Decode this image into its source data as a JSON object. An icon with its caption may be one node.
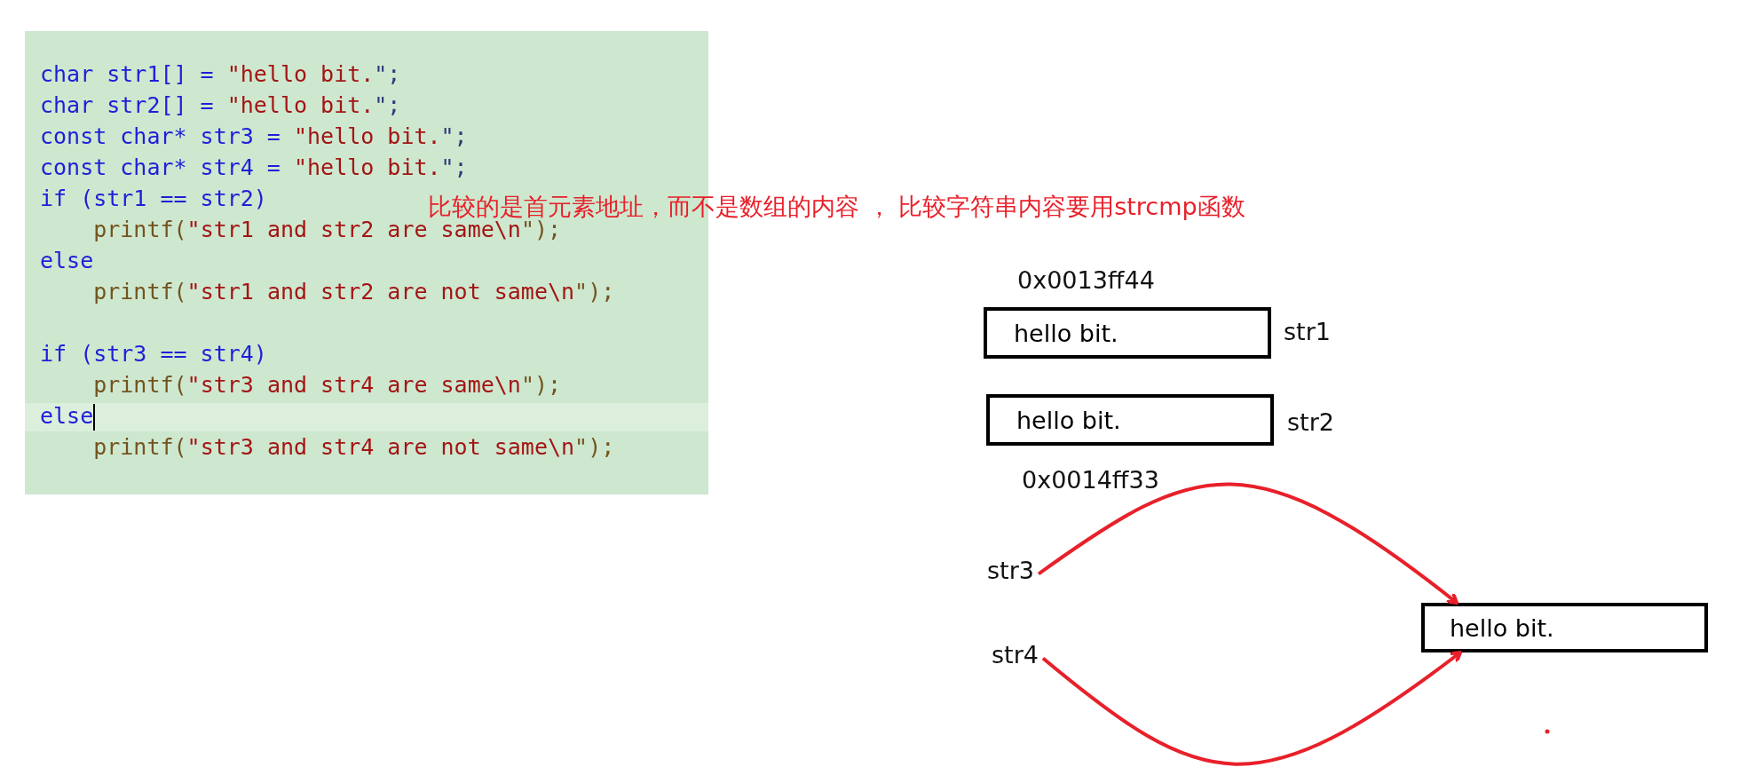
{
  "diagram": {
    "nodes": [
      {
        "text": [
          "hello bit."
        ],
        "beside": [
          "0x0013ff44",
          "str1"
        ]
      },
      {
        "text": [
          "hello bit."
        ],
        "beside": [
          "str2",
          "0x0014ff33"
        ]
      },
      {
        "text": [
          "str3"
        ]
      },
      {
        "text": [
          "str4"
        ]
      },
      {
        "text": [
          "hello bit."
        ]
      }
    ],
    "edges": [
      {
        "from": 2,
        "to": 4,
        "arrow": "to"
      },
      {
        "from": 3,
        "to": 4,
        "arrow": "to"
      }
    ],
    "labels": [
      "char str1[] = \"hello bit.\";",
      "char str2[] = \"hello bit.\";",
      "const char* str3 = \"hello bit.\";",
      "const char* str4 = \"hello bit.\";",
      "if (str1 == str2)",
      "    printf(\"str1 and str2 are same\\n\");",
      "else",
      "    printf(\"str1 and str2 are not same\\n\");",
      "if (str3 == str4)",
      "    printf(\"str3 and str4 are same\\n\");",
      "else",
      "    printf(\"str3 and str4 are not same\\n\");",
      "比较的是首元素地址，而不是数组的内容 ， 比较字符串内容要用strcmp函数"
    ]
  }
}
